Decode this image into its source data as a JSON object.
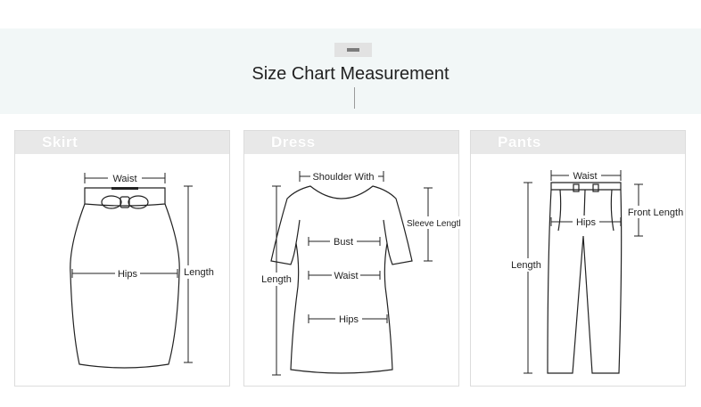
{
  "header": {
    "title": "Size Chart Measurement"
  },
  "panels": {
    "skirt": {
      "title": "Skirt",
      "labels": {
        "waist": "Waist",
        "hips": "Hips",
        "length": "Length"
      }
    },
    "dress": {
      "title": "Dress",
      "labels": {
        "shoulder": "Shoulder With",
        "sleeve": "Sleeve Length",
        "bust": "Bust",
        "waist": "Waist",
        "hips": "Hips",
        "length": "Length"
      }
    },
    "pants": {
      "title": "Pants",
      "labels": {
        "waist": "Waist",
        "front": "Front Length",
        "hips": "Hips",
        "length": "Length"
      }
    }
  }
}
